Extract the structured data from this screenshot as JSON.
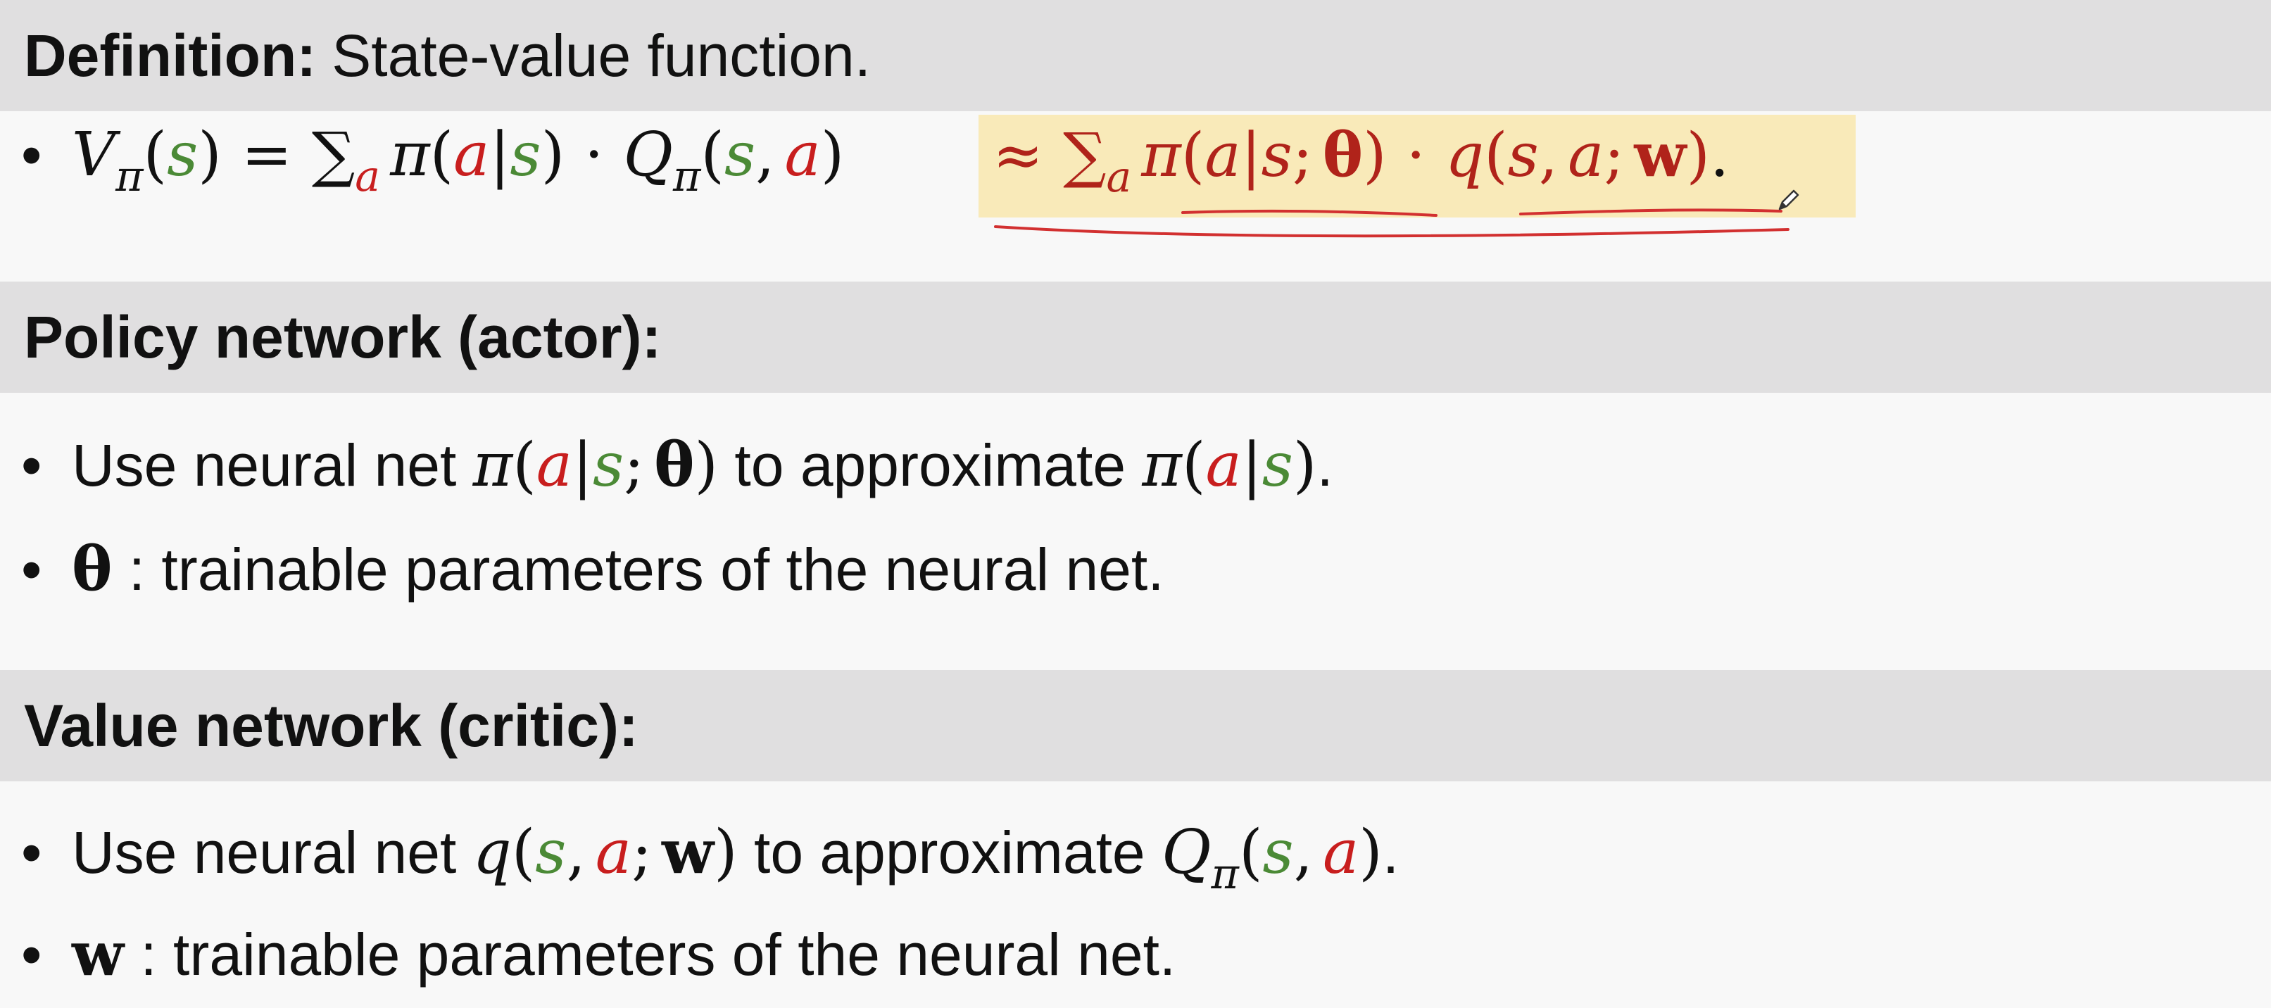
{
  "definition": {
    "label": "Definition:",
    "text": "State-value function."
  },
  "equation": {
    "lhs_V": "V",
    "lhs_sub": "π",
    "s": "s",
    "eq": "=",
    "sum": "∑",
    "sum_sub": "a",
    "pi": "π",
    "a": "a",
    "bar": "|",
    "dot": "·",
    "Q": "Q",
    "Q_sub": "π",
    "comma": ",",
    "lp": "(",
    "rp": ")",
    "approx": "≈",
    "semicolon": ";",
    "theta": "θ",
    "q": "q",
    "w": "w",
    "period": "."
  },
  "policy": {
    "heading": "Policy network (actor):",
    "bullet1_prefix": "Use neural net ",
    "bullet1_middle": " to approximate ",
    "bullet1_end": ".",
    "bullet2_text": " : trainable parameters of the neural net."
  },
  "value": {
    "heading": "Value network (critic):",
    "bullet1_prefix": "Use neural net ",
    "bullet1_middle": " to approximate ",
    "bullet1_end": ".",
    "bullet2_text": " : trainable parameters of the neural net."
  },
  "bullet_char": "•",
  "colors": {
    "action_red": "#c81e1e",
    "state_green": "#4b8a36",
    "highlight_yellow": "#f9eab9",
    "annotation_red": "#b0231a",
    "header_bar_gray": "#e0dfe0"
  },
  "icons": {
    "pen_cursor": "pen-cursor-icon"
  }
}
